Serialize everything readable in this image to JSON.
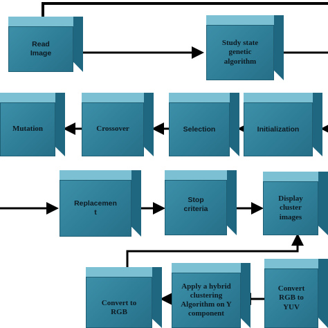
{
  "nodes": {
    "read_image": "Read\nImage",
    "study_state": "Study state\ngenetic\nalgorithm",
    "mutation": "Mutation",
    "crossover": "Crossover",
    "selection": "Selection",
    "initialization": "Initialization",
    "replacement": "Replacemen\nt",
    "stop_criteria": "Stop\ncriteria",
    "display_cluster": "Display\ncluster\nimages",
    "convert_rgb": "Convert to\nRGB",
    "hybrid": "Apply a hybrid\nclustering\nAlgorithm on Y\ncomponent",
    "convert_yuv": "Convert\nRGB to\nYUV"
  },
  "colors": {
    "box_front": "#2f7e98",
    "box_top": "#7cc0d3",
    "box_side": "#1f6680",
    "arrow": "#000000"
  }
}
